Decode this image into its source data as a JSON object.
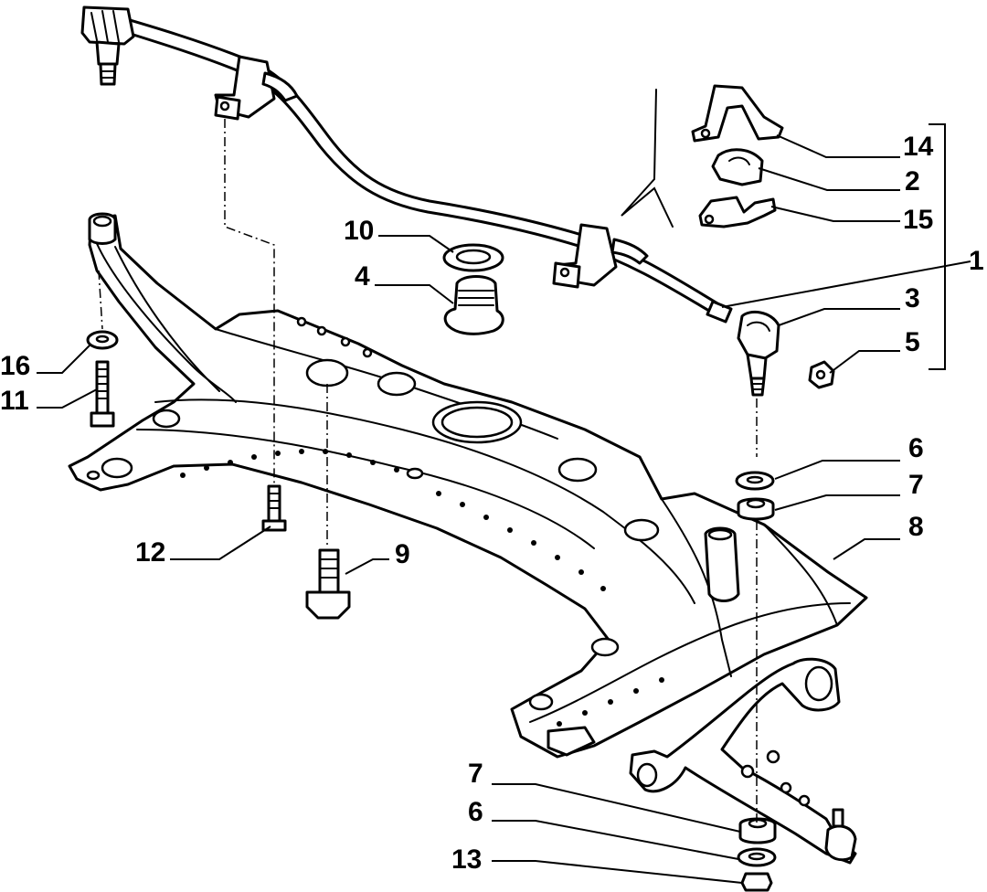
{
  "diagram": {
    "callouts": [
      {
        "label": "14"
      },
      {
        "label": "2"
      },
      {
        "label": "15"
      },
      {
        "label": "1"
      },
      {
        "label": "3"
      },
      {
        "label": "5"
      },
      {
        "label": "10"
      },
      {
        "label": "4"
      },
      {
        "label": "16"
      },
      {
        "label": "11"
      },
      {
        "label": "6"
      },
      {
        "label": "7"
      },
      {
        "label": "8"
      },
      {
        "label": "12"
      },
      {
        "label": "9"
      },
      {
        "label": "7"
      },
      {
        "label": "6"
      },
      {
        "label": "13"
      }
    ]
  }
}
